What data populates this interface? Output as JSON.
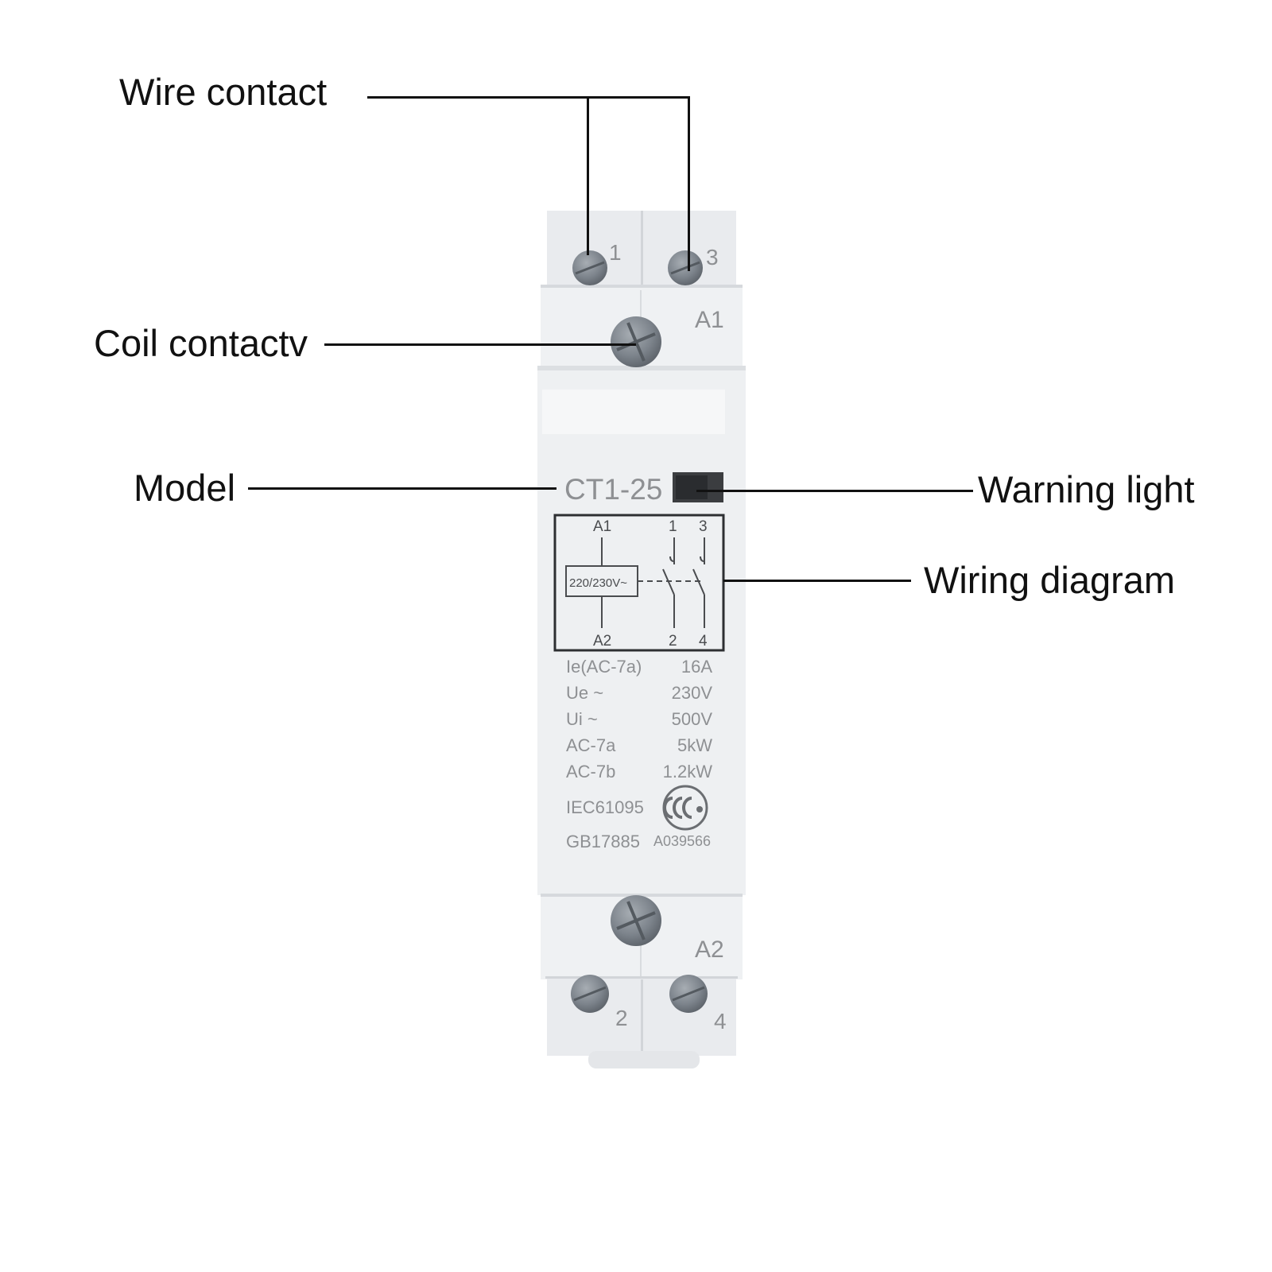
{
  "callouts": {
    "wire_contact": "Wire contact",
    "coil_contact": "Coil contactv",
    "model": "Model",
    "warning_light": "Warning light",
    "wiring_diagram": "Wiring diagram"
  },
  "device": {
    "model": "CT1-25",
    "terminals": {
      "top_left": "1",
      "top_right": "3",
      "coil_top": "A1",
      "coil_bottom": "A2",
      "bottom_left": "2",
      "bottom_right": "4"
    },
    "diagram": {
      "a1": "A1",
      "a2": "A2",
      "t1": "1",
      "t3": "3",
      "t2": "2",
      "t4": "4",
      "coil_voltage": "220/230V~"
    },
    "specs": [
      {
        "label": "Ie(AC-7a)",
        "value": "16A"
      },
      {
        "label": "Ue ~",
        "value": "230V"
      },
      {
        "label": "Ui ~",
        "value": "500V"
      },
      {
        "label": "AC-7a",
        "value": "5kW"
      },
      {
        "label": "AC-7b",
        "value": "1.2kW"
      }
    ],
    "standard1": "IEC61095",
    "standard2": "GB17885",
    "cert_code": "A039566"
  },
  "colors": {
    "body": "#eef0f2",
    "body_shadow": "#d9dcdf",
    "screw": "#7d848c",
    "indicator": "#3b3d40"
  }
}
